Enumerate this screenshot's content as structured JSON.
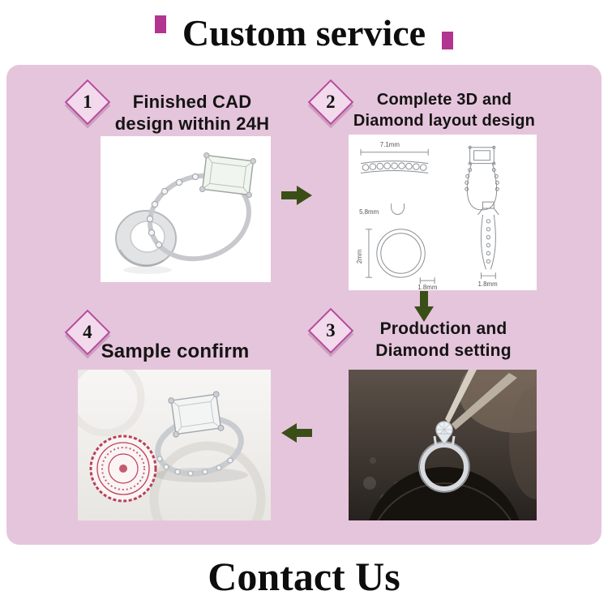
{
  "header": {
    "title": "Custom service"
  },
  "footer": {
    "title": "Contact Us"
  },
  "steps": [
    {
      "number": "1",
      "lines": [
        "Finished CAD",
        "design within 24H"
      ]
    },
    {
      "number": "2",
      "lines": [
        "Complete 3D and",
        "Diamond layout design"
      ]
    },
    {
      "number": "3",
      "lines": [
        "Production and",
        "Diamond setting"
      ]
    },
    {
      "number": "4",
      "lines": [
        "Sample confirm"
      ]
    }
  ],
  "cad": {
    "labels": [
      "7.1mm",
      "5.8mm",
      "2mm",
      "1.8mm",
      "1.8mm"
    ]
  },
  "colors": {
    "background_pink": "#e5c5dc",
    "accent_magenta": "#b23591",
    "badge_border": "#b54a9d",
    "arrow_green": "#3a4f17",
    "banner_bg": "#ffffff",
    "text": "#141414"
  }
}
